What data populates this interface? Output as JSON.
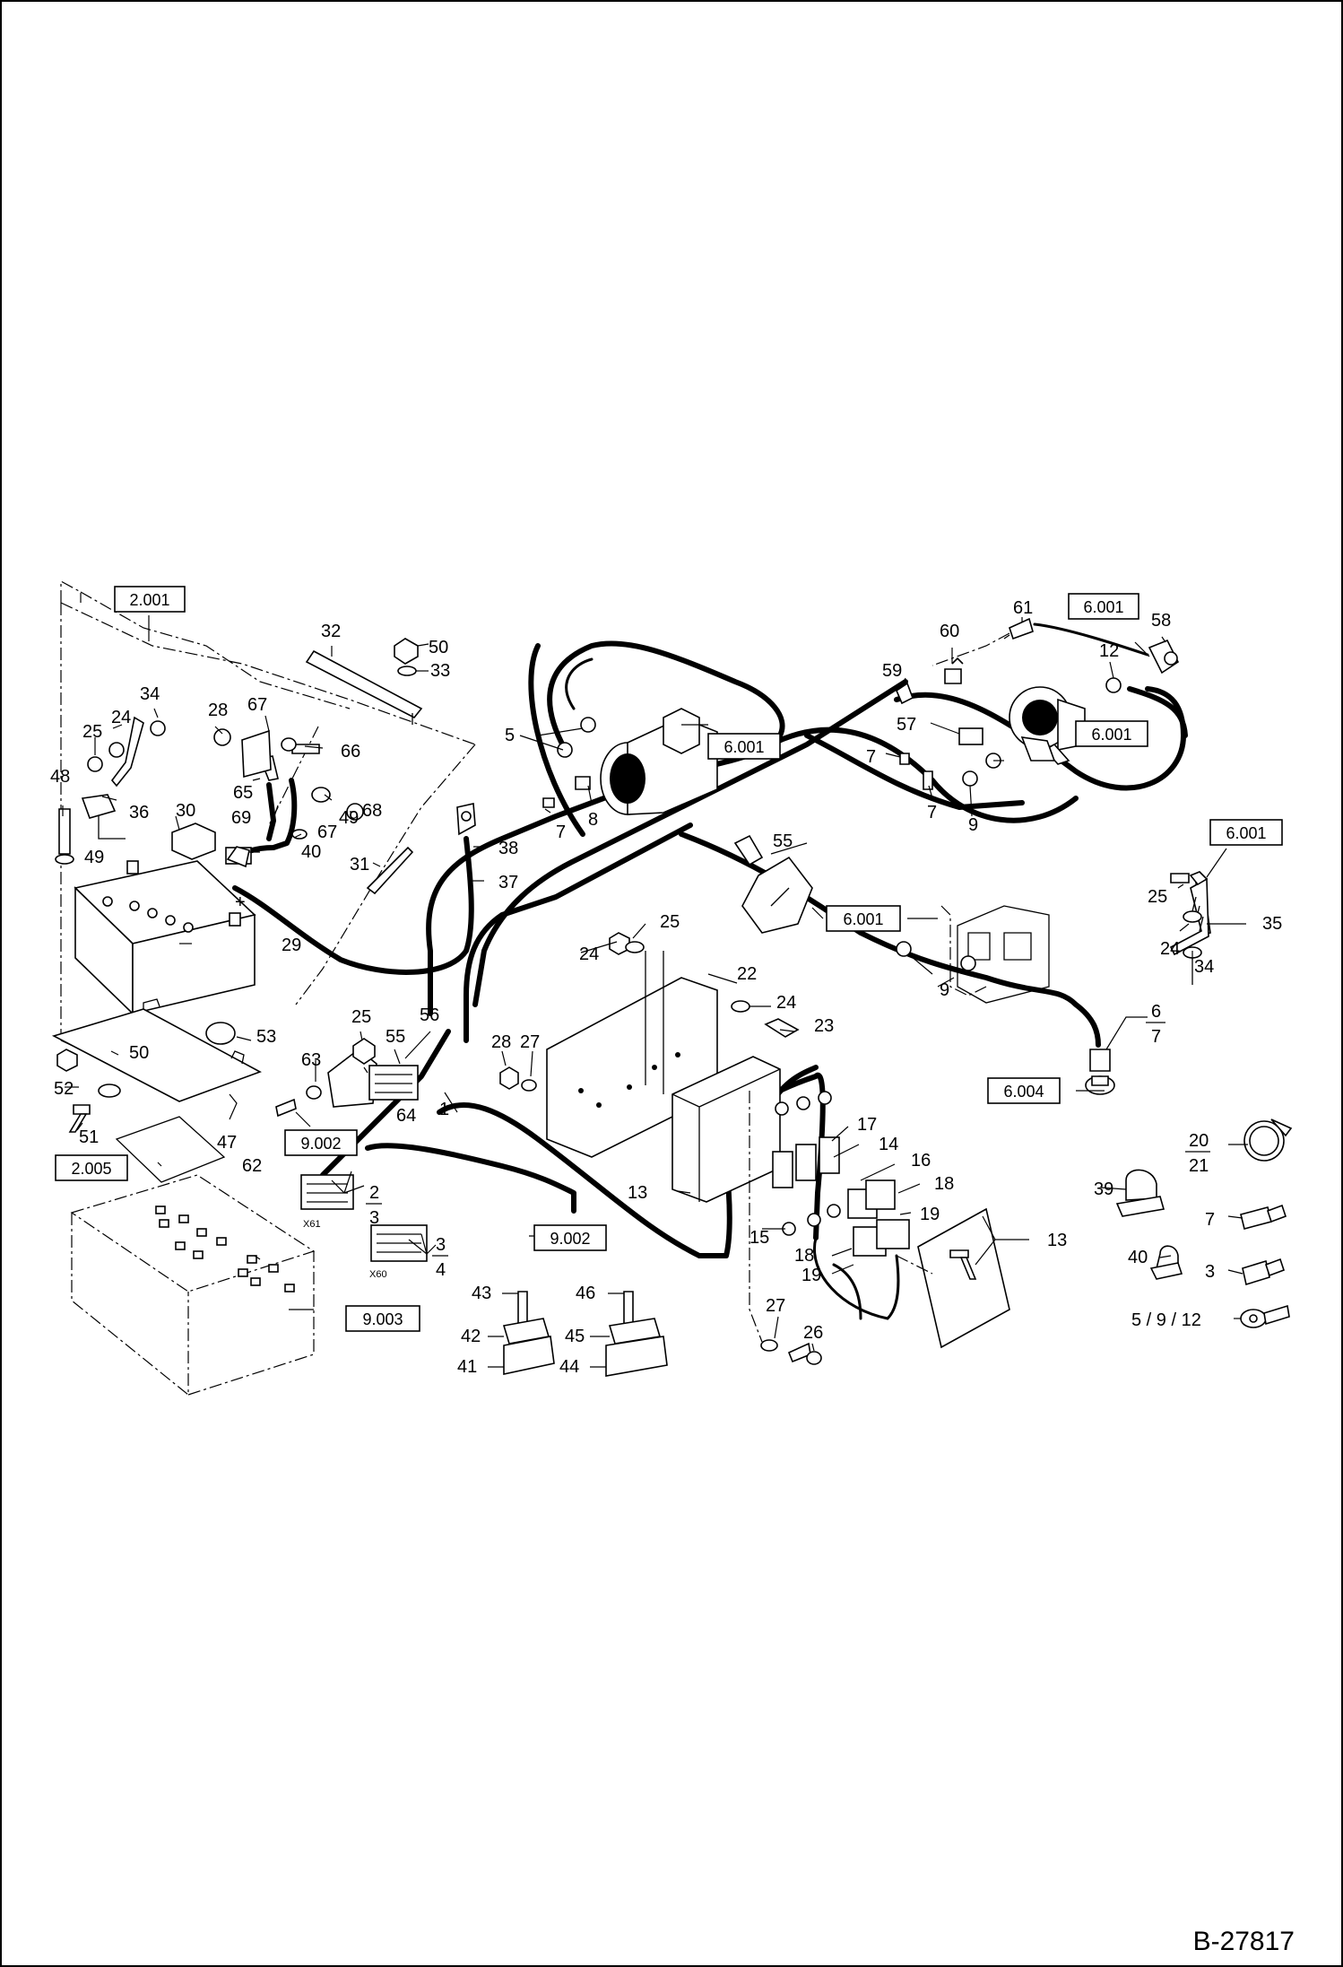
{
  "document": {
    "number": "B-27817"
  },
  "ref_boxes": {
    "r1": "2.001",
    "r2": "6.001",
    "r3": "6.001",
    "r4": "6.001",
    "r5": "6.001",
    "r6": "6.001",
    "r7": "6.004",
    "r8": "9.002",
    "r9": "2.005",
    "r10": "9.002",
    "r11": "9.003"
  },
  "connectors": {
    "x61": "X61",
    "x60": "X60"
  },
  "callouts": {
    "c1": "1",
    "c2": "2",
    "c3": "3",
    "c3b": "3",
    "c3c": "3",
    "c4": "4",
    "c5": "5",
    "c6": "6",
    "c7a": "7",
    "c7b": "7",
    "c7c": "7",
    "c7d": "7",
    "c7e": "7",
    "c8": "8",
    "c9a": "9",
    "c9b": "9",
    "c12": "12",
    "c13a": "13",
    "c13b": "13",
    "c14": "14",
    "c15": "15",
    "c16": "16",
    "c17": "17",
    "c18a": "18",
    "c18b": "18",
    "c19a": "19",
    "c19b": "19",
    "c20": "20",
    "c21": "21",
    "c22": "22",
    "c23": "23",
    "c24a": "24",
    "c24b": "24",
    "c24c": "24",
    "c24d": "24",
    "c25a": "25",
    "c25b": "25",
    "c25c": "25",
    "c25d": "25",
    "c26": "26",
    "c27a": "27",
    "c27b": "27",
    "c28a": "28",
    "c28b": "28",
    "c29": "29",
    "c30": "30",
    "c31": "31",
    "c32": "32",
    "c33": "33",
    "c34a": "34",
    "c34b": "34",
    "c35": "35",
    "c36": "36",
    "c37": "37",
    "c38": "38",
    "c39": "39",
    "c40a": "40",
    "c40b": "40",
    "c41": "41",
    "c42": "42",
    "c43": "43",
    "c44": "44",
    "c45": "45",
    "c46": "46",
    "c47": "47",
    "c48": "48",
    "c49a": "49",
    "c49b": "49",
    "c50a": "50",
    "c50b": "50",
    "c51": "51",
    "c52": "52",
    "c53": "53",
    "c55a": "55",
    "c55b": "55",
    "c56": "56",
    "c57": "57",
    "c58": "58",
    "c59": "59",
    "c60": "60",
    "c61": "61",
    "c62": "62",
    "c63": "63",
    "c64": "64",
    "c65": "65",
    "c66": "66",
    "c67a": "67",
    "c67b": "67",
    "c68": "68",
    "c69": "69",
    "c5912": "5 / 9 / 12"
  }
}
